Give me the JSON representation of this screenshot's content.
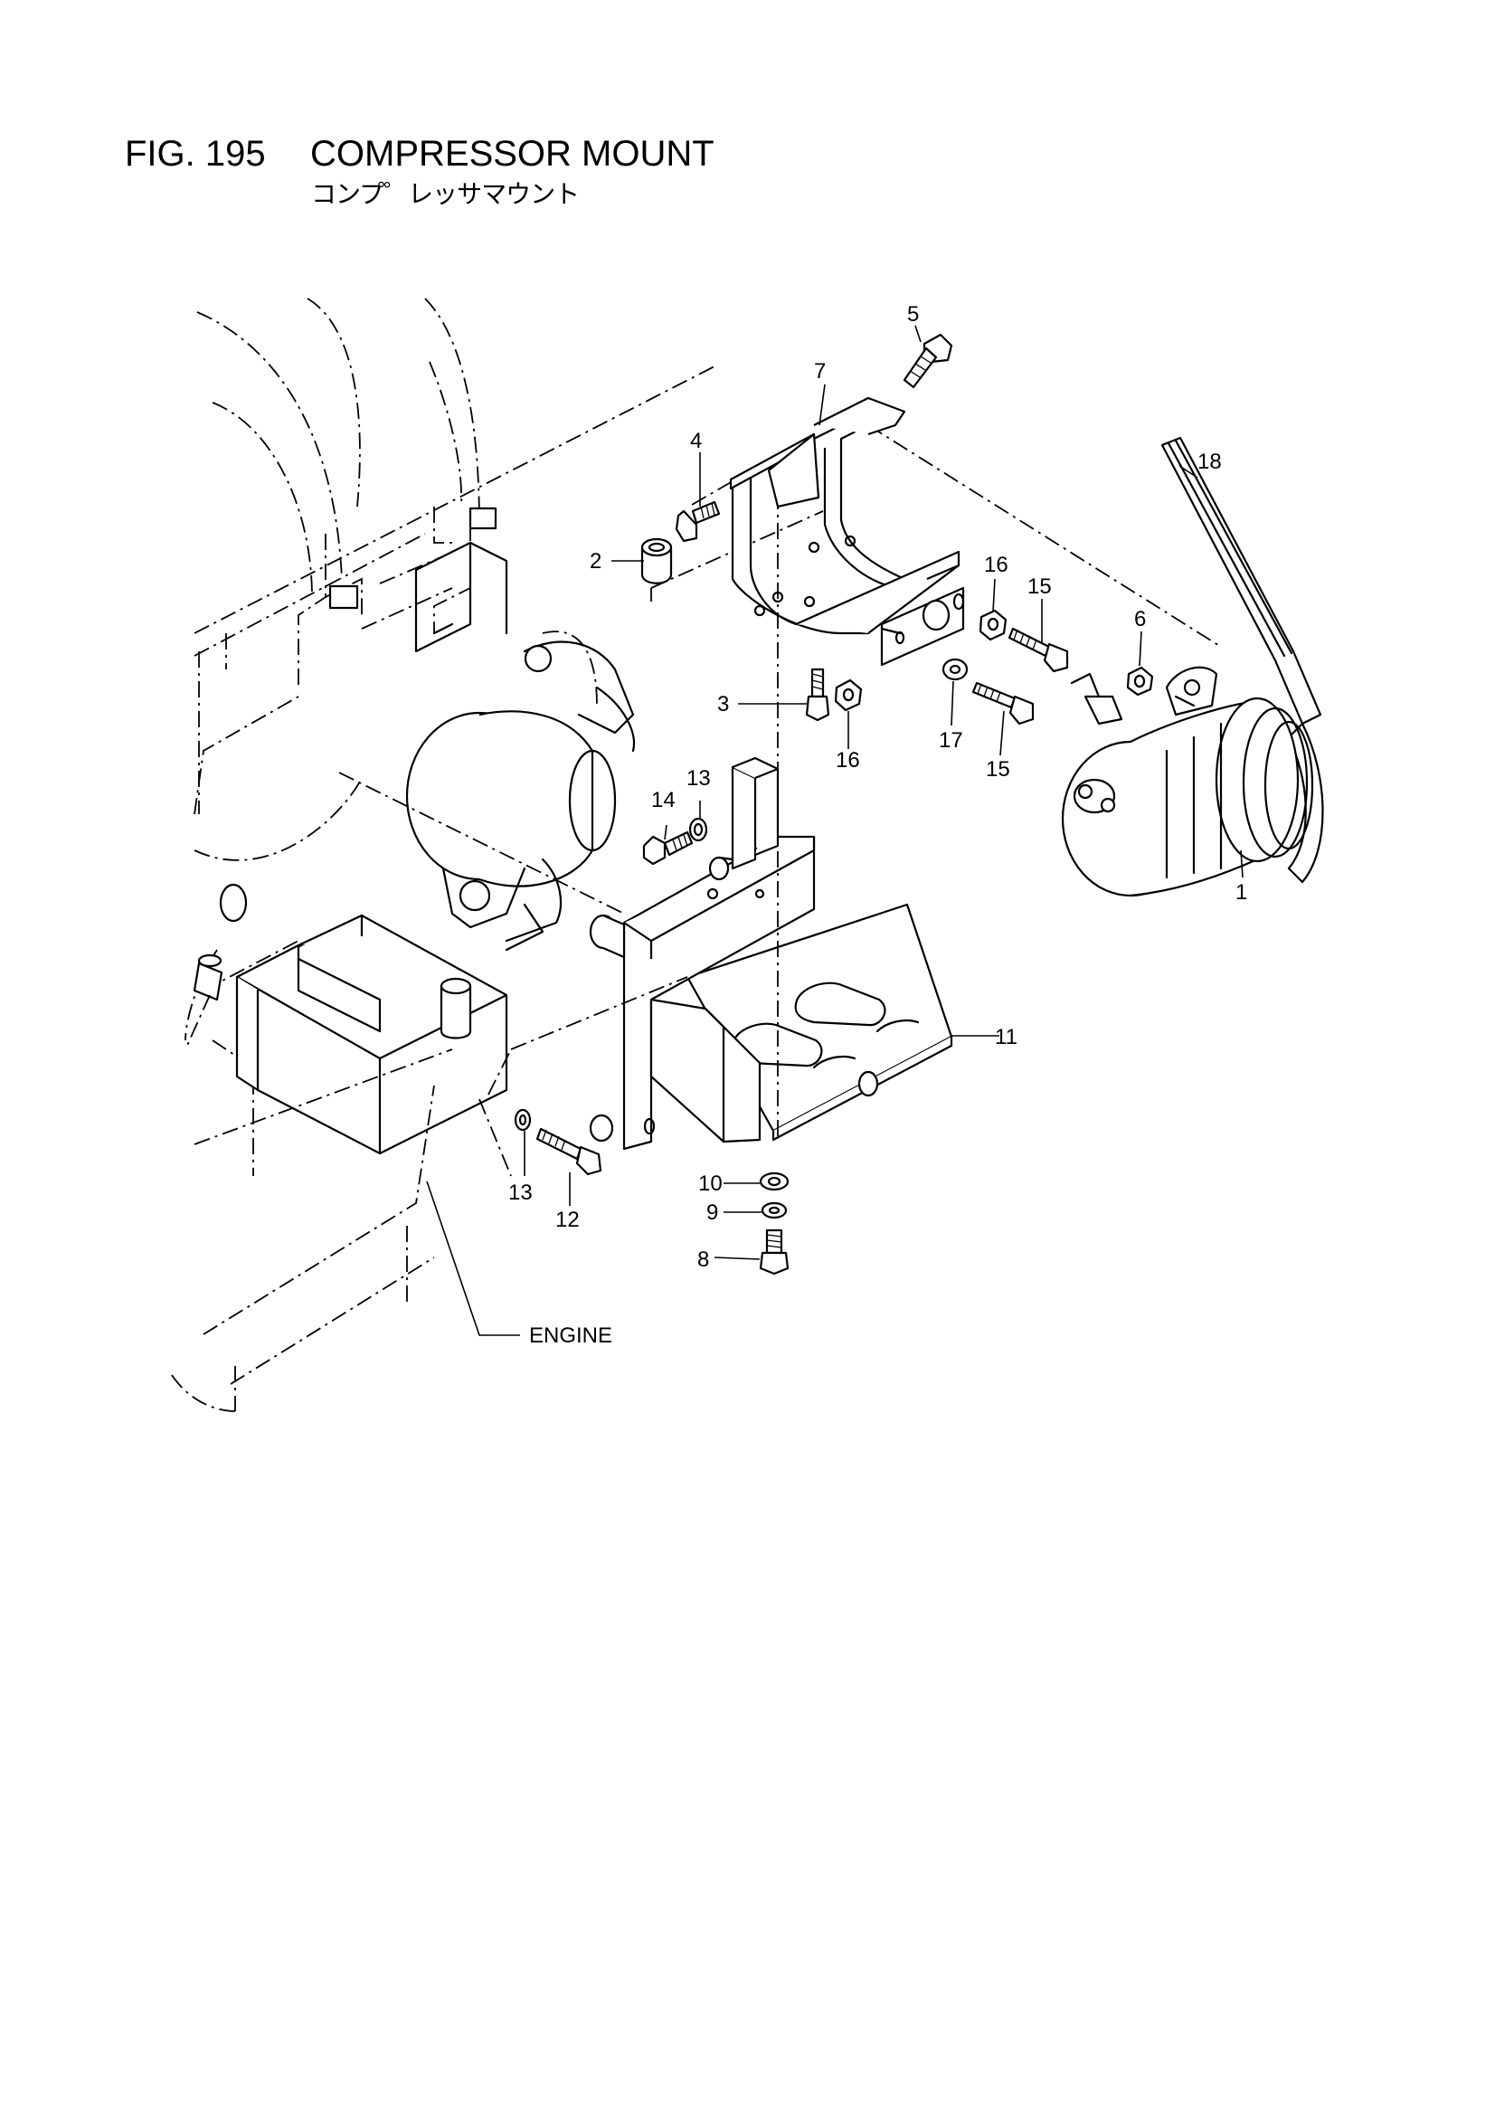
{
  "figure": {
    "number": "FIG. 195",
    "title": "COMPRESSOR MOUNT",
    "subtitle": "コンプ゜レッサマウント"
  },
  "labels": {
    "engine": "ENGINE",
    "callouts": [
      "1",
      "2",
      "3",
      "4",
      "5",
      "6",
      "7",
      "8",
      "9",
      "10",
      "11",
      "12",
      "13",
      "13",
      "14",
      "15",
      "15",
      "16",
      "16",
      "17",
      "18"
    ]
  }
}
